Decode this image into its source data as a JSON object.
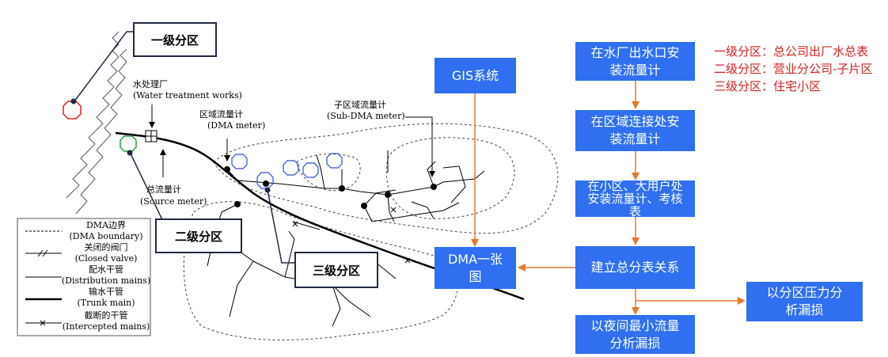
{
  "map": {
    "water_works_cn": "水处理厂",
    "water_works_en": "(Water treatment works)",
    "source_cn": "总流量计",
    "source_en": "(Source meter)",
    "dma_meter_cn": "区域流量计",
    "dma_meter_en": "(DMA meter)",
    "sub_dma_cn": "子区域流量计",
    "sub_dma_en": "(Sub-DMA meter)"
  },
  "legend": {
    "items": [
      {
        "cn": "DMA边界",
        "en": "(DMA boundary)"
      },
      {
        "cn": "关闭的阀门",
        "en": "(Closed valve)"
      },
      {
        "cn": "配水干管",
        "en": "(Distribution mains)"
      },
      {
        "cn": "输水干管",
        "en": "(Trunk main)"
      },
      {
        "cn": "截断的干管",
        "en": "(Intercepted mains)"
      }
    ]
  },
  "levels": {
    "level1": "一级分区",
    "level2": "二级分区",
    "level3": "三级分区"
  },
  "flow": {
    "gis": "GIS系统",
    "dma_map": "DMA一张图",
    "step1": "在水厂出水口安装流量计",
    "step2": "在区域连接处安装流量计",
    "step3": "在小区、大用户处安装流量计、考核表",
    "step4": "建立总分表关系",
    "step5": "以夜间最小流量分析漏损",
    "step6": "以分区压力分析漏损"
  },
  "notes": [
    "一级分区：总公司出厂水总表",
    "二级分区：营业分公司-子片区",
    "三级分区：住宅小区"
  ],
  "colors": {
    "accent_blue": "#2f6ff0",
    "arrow_orange": "#e8772b",
    "note_red": "#d61f1f",
    "level1_marker": "#e02020",
    "level2_marker": "#22a040",
    "level3_marker": "#2a4fd8",
    "label_border": "#1e2a44"
  }
}
